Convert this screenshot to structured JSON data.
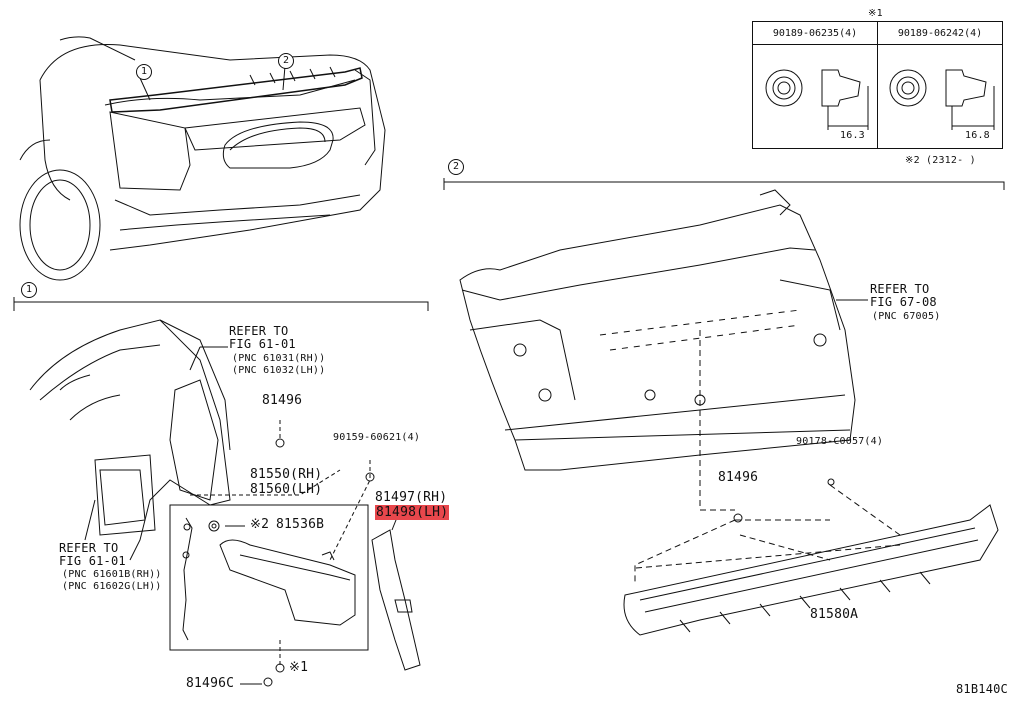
{
  "callouts": {
    "c1": "1",
    "c2": "2",
    "c1_section": "1",
    "c2_section": "2"
  },
  "fastener_table": {
    "note_top": "※1",
    "col1_part": "90189-06235(4)",
    "col2_part": "90189-06242(4)",
    "col1_dim": "16.3",
    "col2_dim": "16.8"
  },
  "note2_date": "※2 (2312-    )",
  "section1": {
    "refer_top": {
      "l1": "REFER TO",
      "l2": "FIG 61-01",
      "l3": "(PNC 61031(RH))",
      "l4": "(PNC 61032(LH))"
    },
    "refer_left": {
      "l1": "REFER TO",
      "l2": "FIG 61-01",
      "l3": "(PNC 61601B(RH))",
      "l4": "(PNC 61602G(LH))"
    },
    "p81496": "81496",
    "p90159": "90159-60621(4)",
    "p81550": "81550(RH)",
    "p81560": "81560(LH)",
    "p81536b": "81536B",
    "p81536b_note": "※2",
    "p81497": "81497(RH)",
    "p81498": "81498(LH)",
    "p81496c": "81496C",
    "p81496c_note": "※1"
  },
  "section2": {
    "refer": {
      "l1": "REFER TO",
      "l2": "FIG 67-08",
      "l3": "(PNC 67005)"
    },
    "p90178": "90178-C0057(4)",
    "p81496": "81496",
    "p81580a": "81580A"
  },
  "figure_code": "81B140C",
  "colors": {
    "highlight": "#e8474c",
    "line": "#111111"
  }
}
